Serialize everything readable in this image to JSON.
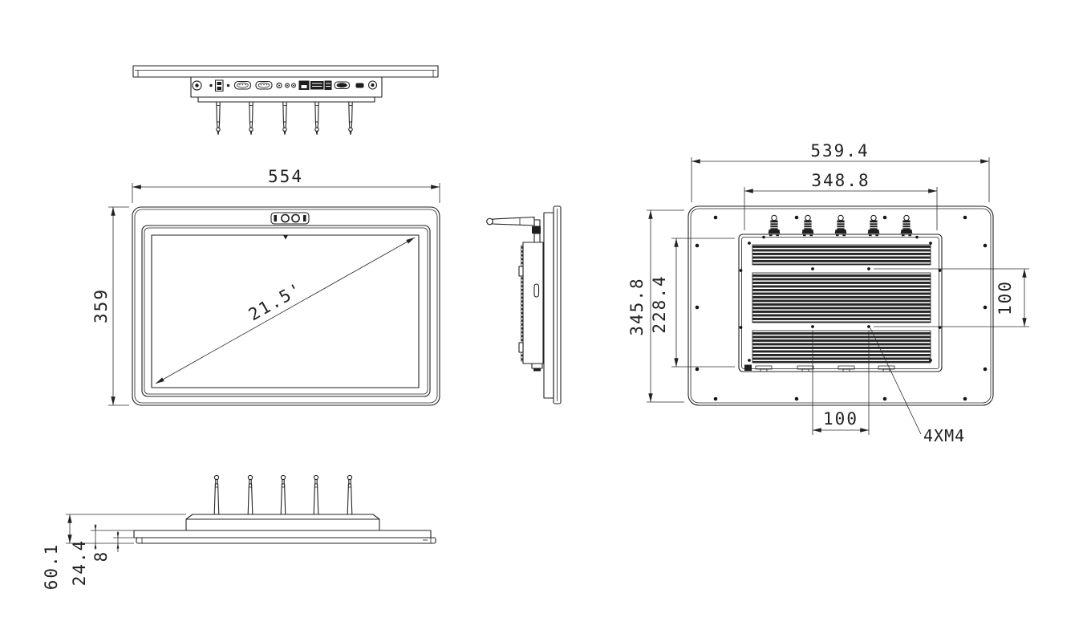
{
  "drawing": {
    "front_view": {
      "overall_width_mm": "554",
      "overall_height_mm": "359",
      "screen_diagonal": "21.5'"
    },
    "rear_view": {
      "rear_cover_width_mm": "539.4",
      "module_width_mm": "348.8",
      "rear_cover_height_mm": "345.8",
      "module_height_mm": "228.4",
      "vesa_spacing_vertical_mm": "100",
      "vesa_spacing_horizontal_mm": "100",
      "mounting_hole_label": "4XM4"
    },
    "bottom_view": {
      "overall_depth_mm": "60.1",
      "front_section_depth_mm": "24.4",
      "bezel_lip_depth_mm": "8"
    },
    "colors": {
      "line": "#222222",
      "background": "#ffffff"
    }
  }
}
